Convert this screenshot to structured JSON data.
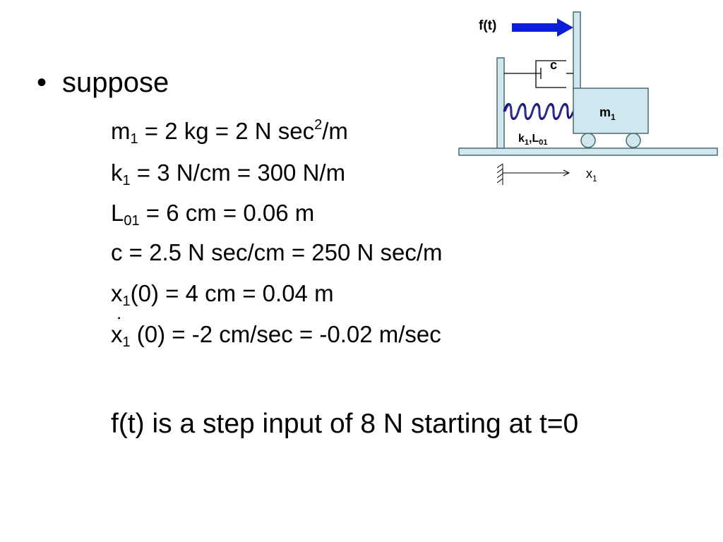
{
  "bullet": {
    "marker": "•",
    "text": "suppose"
  },
  "params": {
    "m1": {
      "sym": "m",
      "sub": "1",
      "a": " = 2 kg = 2 N sec",
      "sup": "2",
      "b": "/m"
    },
    "k1": {
      "sym": "k",
      "sub": "1",
      "text": " = 3 N/cm = 300 N/m"
    },
    "L01": {
      "sym": "L",
      "sub": "01",
      "text": " = 6 cm = 0.06 m"
    },
    "c": {
      "text": "c = 2.5 N sec/cm = 250 N sec/m"
    },
    "x10": {
      "sym": "x",
      "sub": "1",
      "text": "(0) = 4 cm = 0.04 m"
    },
    "xdot10": {
      "sym": "x",
      "dot": "˙",
      "sub": "1",
      "text": " (0) = -2 cm/sec = -0.02 m/sec"
    }
  },
  "statement": "f(t) is a step input of 8 N starting at t=0",
  "diagram": {
    "force_label": "f(t)",
    "damper_label": "c",
    "mass_label": "m",
    "mass_sub": "1",
    "spring_label_k": "k",
    "spring_label_k_sub": "1",
    "spring_label_sep": ",L",
    "spring_label_L_sub": "01",
    "x_label": "x",
    "x_sub": "1",
    "colors": {
      "arrow": "#0a1fd6",
      "frame": "#cfe7ee",
      "spring": "#12127a"
    }
  }
}
